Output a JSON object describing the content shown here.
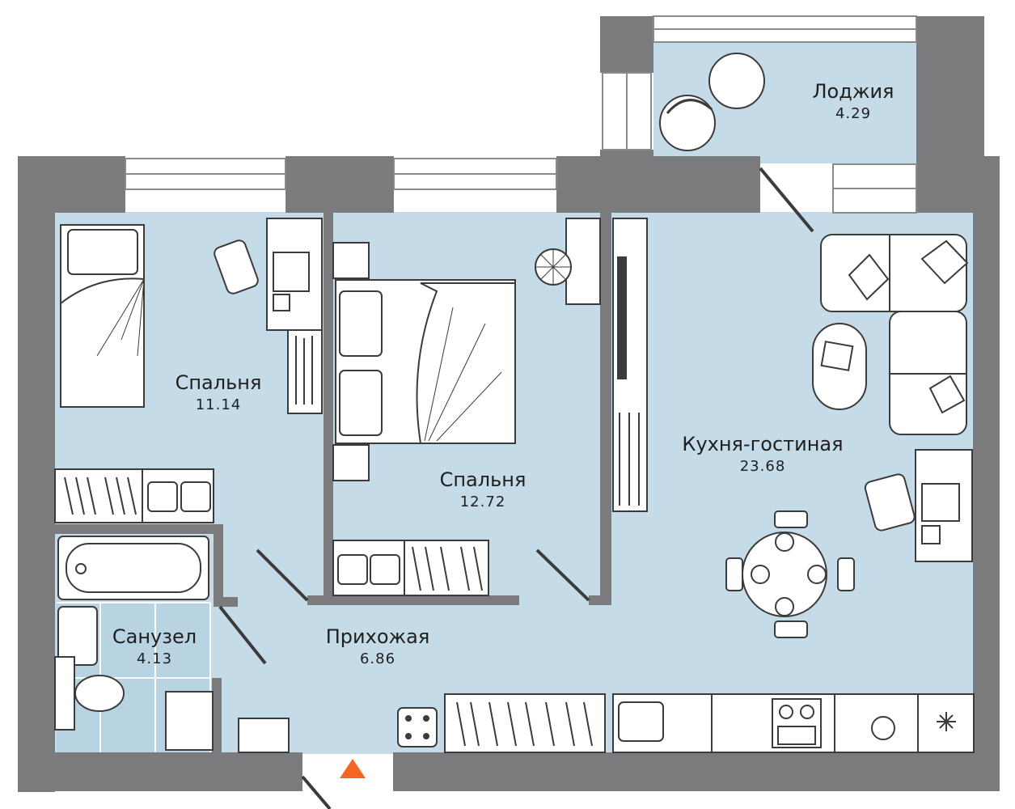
{
  "plan": {
    "colors": {
      "wall": "#7b7b7d",
      "floor": "#c5dce8",
      "window": "#ffffff",
      "furniture_stroke": "#3b3b3b",
      "entrance_marker": "#f26522"
    },
    "rooms": [
      {
        "id": "loggia",
        "name": "Лоджия",
        "area": "4.29"
      },
      {
        "id": "bedroom1",
        "name": "Спальня",
        "area": "11.14"
      },
      {
        "id": "bedroom2",
        "name": "Спальня",
        "area": "12.72"
      },
      {
        "id": "kitchen",
        "name": "Кухня-гостиная",
        "area": "23.68"
      },
      {
        "id": "bathroom",
        "name": "Санузел",
        "area": "4.13"
      },
      {
        "id": "hallway",
        "name": "Прихожая",
        "area": "6.86"
      }
    ]
  }
}
